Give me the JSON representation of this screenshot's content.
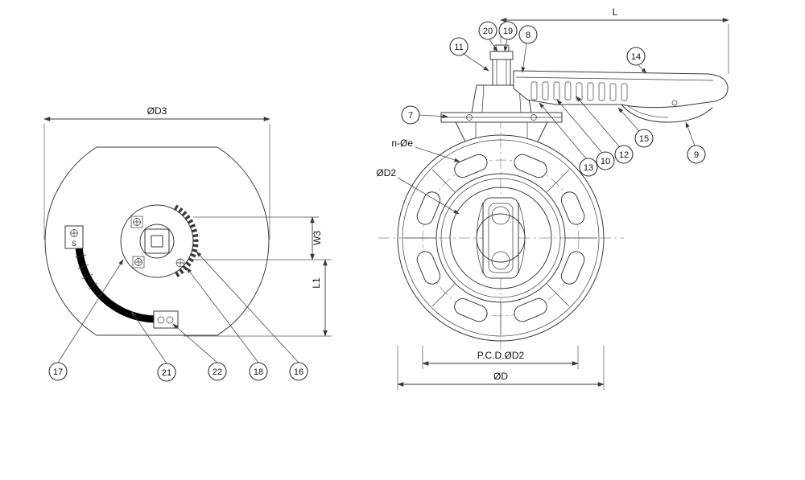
{
  "colors": {
    "ink": "#3a3a3a",
    "background": "#ffffff",
    "handle_fill": "#000000"
  },
  "left_view": {
    "dim_d3": "ØD3",
    "dim_w3": "W3",
    "dim_l1": "L1",
    "label_s": "S",
    "callout_17": "17",
    "callout_21": "21",
    "callout_22": "22",
    "callout_18": "18",
    "callout_16": "16"
  },
  "right_view": {
    "dim_l": "L",
    "label_n_oe": "n-Øe",
    "label_d2": "ØD2",
    "dim_pcd": "P.C.D.ØD2",
    "dim_d": "ØD",
    "callout_7": "7",
    "callout_8": "8",
    "callout_9": "9",
    "callout_10": "10",
    "callout_11": "11",
    "callout_12": "12",
    "callout_13": "13",
    "callout_14": "14",
    "callout_15": "15",
    "callout_19": "19",
    "callout_20": "20"
  }
}
